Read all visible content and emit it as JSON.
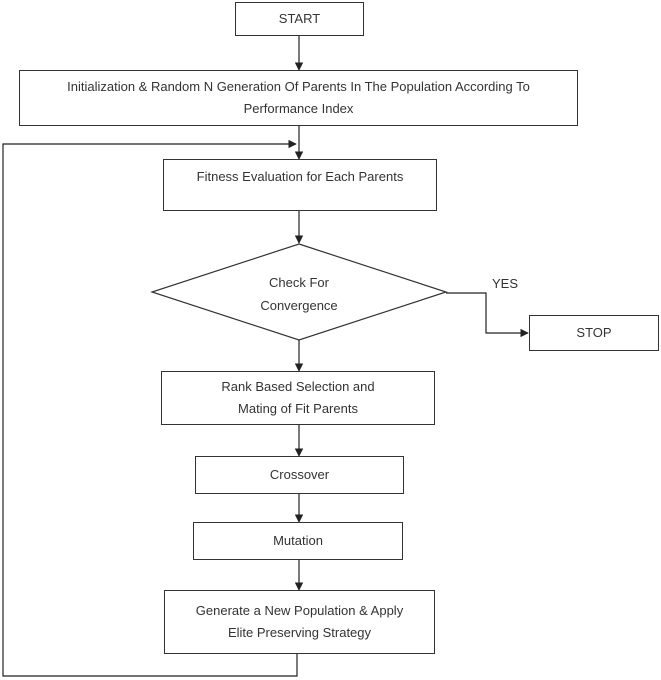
{
  "flowchart": {
    "start": "START",
    "init": "Initialization & Random N Generation Of Parents In The Population According To Performance Index",
    "fitness": "Fitness Evaluation for Each Parents",
    "convergence_line1": "Check For",
    "convergence_line2": "Convergence",
    "yes_label": "YES",
    "stop": "STOP",
    "selection": "Rank Based Selection and Mating of Fit Parents",
    "crossover": "Crossover",
    "mutation": "Mutation",
    "generate": "Generate a New Population & Apply Elite Preserving Strategy"
  }
}
